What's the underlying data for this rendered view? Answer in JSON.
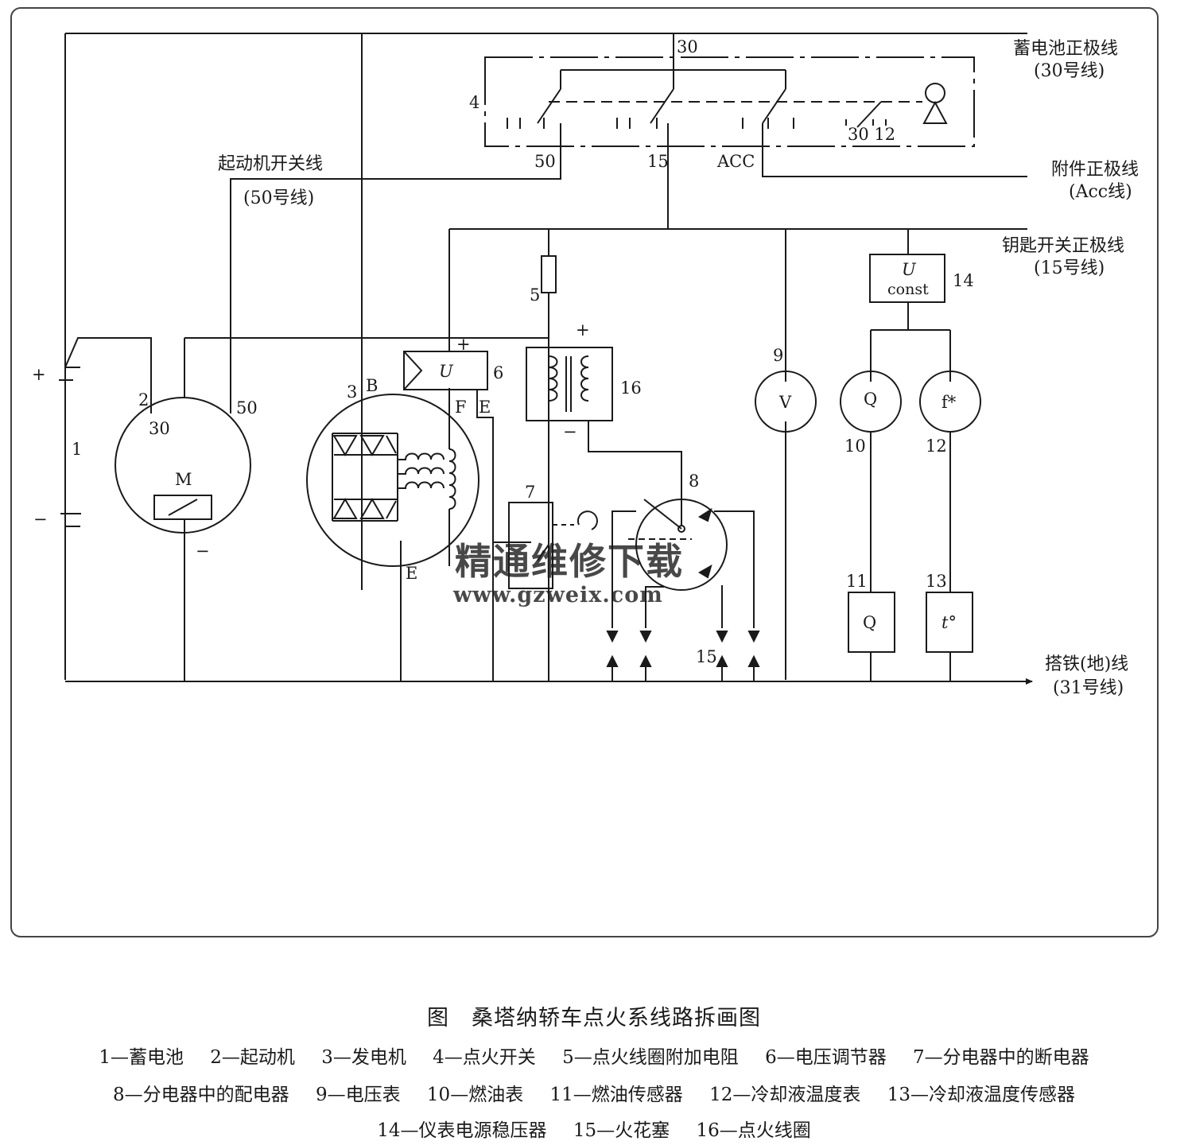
{
  "rails": {
    "battery_positive": "蓄电池正极线",
    "battery_positive_sub": "(30号线)",
    "starter_switch": "起动机开关线",
    "starter_switch_sub": "(50号线)",
    "accessory_positive": "附件正极线",
    "accessory_positive_sub": "(Acc线)",
    "key_switch_positive": "钥匙开关正极线",
    "key_switch_positive_sub": "(15号线)",
    "ground": "搭铁(地)线",
    "ground_sub": "(31号线)"
  },
  "terminals": {
    "t30_top": "30",
    "t50": "50",
    "t15": "15",
    "acc": "ACC",
    "t30_12": "30 12",
    "starter_30": "30",
    "starter_50": "50",
    "alt_b": "B",
    "alt_e": "E",
    "reg_f": "F",
    "reg_e": "E",
    "spark_15": "15",
    "plus": "+",
    "minus": "−"
  },
  "component_numbers": {
    "n1": "1",
    "n2": "2",
    "n3": "3",
    "n4": "4",
    "n5": "5",
    "n6": "6",
    "n7": "7",
    "n8": "8",
    "n9": "9",
    "n10": "10",
    "n11": "11",
    "n12": "12",
    "n13": "13",
    "n14": "14",
    "n16": "16"
  },
  "component_symbols": {
    "motor": "M",
    "regulator": "U",
    "stabilizer_top": "U",
    "stabilizer_bottom": "const",
    "voltmeter": "V",
    "fuel_gauge": "Q",
    "fuel_sensor": "Q",
    "temp_gauge": "f*",
    "temp_sensor": "t°"
  },
  "watermark": {
    "text": "精通维修下载",
    "url": "www.gzweix.com"
  },
  "caption": "图　桑塔纳轿车点火系线路拆画图",
  "legend": [
    [
      "1—蓄电池",
      "2—起动机",
      "3—发电机",
      "4—点火开关",
      "5—点火线圈附加电阻",
      "6—电压调节器",
      "7—分电器中的断电器"
    ],
    [
      "8—分电器中的配电器",
      "9—电压表",
      "10—燃油表",
      "11—燃油传感器",
      "12—冷却液温度表",
      "13—冷却液温度传感器"
    ],
    [
      "14—仪表电源稳压器",
      "15—火花塞",
      "16—点火线圈"
    ]
  ]
}
